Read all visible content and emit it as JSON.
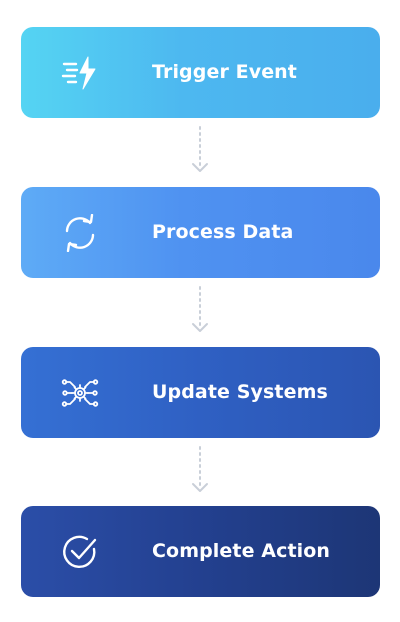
{
  "flow": {
    "steps": [
      {
        "label": "Trigger Event",
        "icon": "lightning-speed-icon"
      },
      {
        "label": "Process Data",
        "icon": "refresh-cycle-icon"
      },
      {
        "label": "Update Systems",
        "icon": "gear-network-icon"
      },
      {
        "label": "Complete Action",
        "icon": "check-circle-icon"
      }
    ]
  },
  "colors": {
    "step_1_gradient": [
      "#55d4f3",
      "#4aaeed"
    ],
    "step_2_gradient": [
      "#5eabf6",
      "#4a88ec"
    ],
    "step_3_gradient": [
      "#3570d4",
      "#2b55b2"
    ],
    "step_4_gradient": [
      "#2b4ea8",
      "#1d3676"
    ],
    "connector": "#c9cfd8",
    "text": "#ffffff"
  }
}
